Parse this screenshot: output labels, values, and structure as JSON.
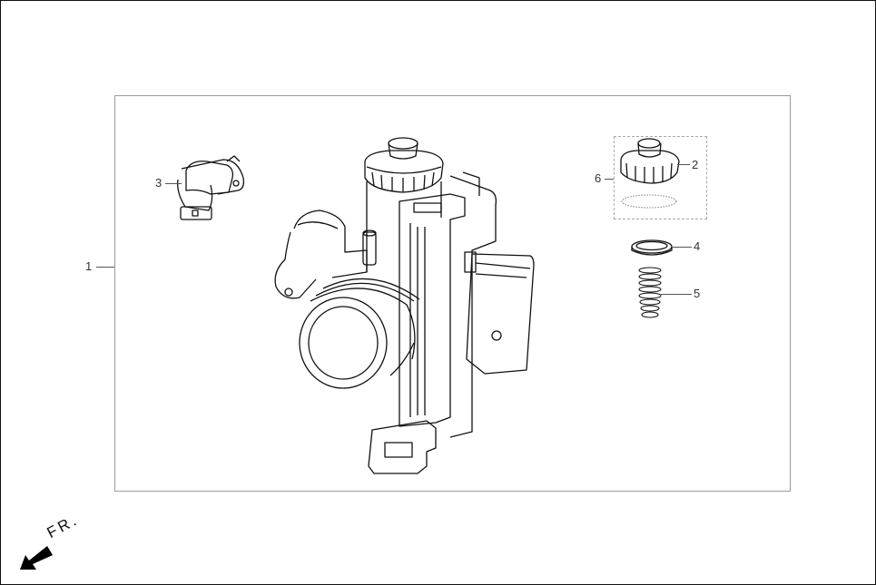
{
  "diagram": {
    "type": "exploded-parts-diagram",
    "subject": "throttle body assembly",
    "callouts": [
      {
        "id": "1",
        "label": "1",
        "part": "throttle-body-assembly"
      },
      {
        "id": "2",
        "label": "2",
        "part": "cap"
      },
      {
        "id": "3",
        "label": "3",
        "part": "sensor"
      },
      {
        "id": "4",
        "label": "4",
        "part": "washer-ring"
      },
      {
        "id": "5",
        "label": "5",
        "part": "spring"
      },
      {
        "id": "6",
        "label": "6",
        "part": "cap-kit"
      }
    ],
    "direction_indicator": {
      "label": "FR.",
      "icon": "arrow-down-left-icon"
    }
  },
  "colors": {
    "line": "#111111",
    "frame": "#9a9a9a",
    "background": "#ffffff"
  }
}
